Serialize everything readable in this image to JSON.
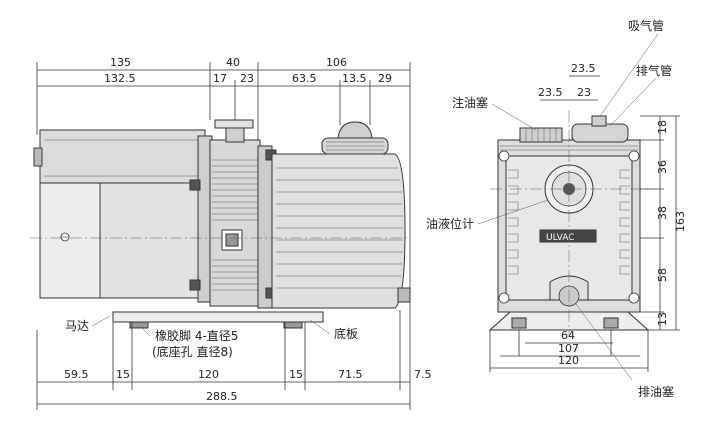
{
  "labels": {
    "suction_pipe": "吸气管",
    "exhaust_pipe": "排气管",
    "oil_fill_plug": "注油塞",
    "oil_level_gauge": "油液位计",
    "motor": "马达",
    "rubber_feet_line1": "橡胶脚 4-直径5",
    "rubber_feet_line2": "(底座孔 直径8)",
    "base_plate": "底板",
    "oil_drain_plug": "排油塞",
    "brand": "ULVAC"
  },
  "side_view_dims": {
    "top_total": "135",
    "top_mid": "40",
    "top_right": "106",
    "sub_left": "132.5",
    "sub_17": "17",
    "sub_23": "23",
    "sub_635": "63.5",
    "sub_135": "13.5",
    "sub_29": "29",
    "bottom_595": "59.5",
    "bottom_15a": "15",
    "bottom_120": "120",
    "bottom_15b": "15",
    "bottom_715": "71.5",
    "bottom_75": "7.5",
    "overall": "288.5"
  },
  "front_view_dims": {
    "top_235": "23.5",
    "left_235": "23.5",
    "right_23": "23",
    "v18": "18",
    "v36": "36",
    "v38": "38",
    "v58": "58",
    "v13": "13",
    "v163": "163",
    "b64": "64",
    "b107": "107",
    "b120": "120"
  }
}
